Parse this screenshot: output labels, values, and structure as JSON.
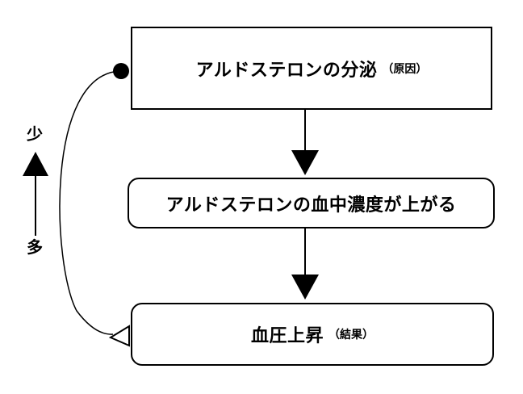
{
  "nodes": {
    "cause": {
      "text": "アルドステロンの分泌",
      "note": "（原因）"
    },
    "mid": {
      "text": "アルドステロンの血中濃度が上がる"
    },
    "result": {
      "text": "血圧上昇",
      "note": "（結果）"
    }
  },
  "scale": {
    "top": "少",
    "bottom": "多"
  },
  "colors": {
    "line": "#000000",
    "background": "#ffffff"
  }
}
